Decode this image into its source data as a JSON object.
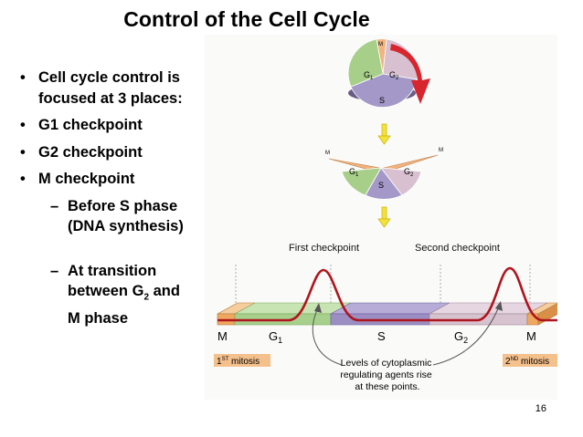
{
  "slide": {
    "title": "Control of the Cell Cycle",
    "page_number": "16"
  },
  "bullets": [
    {
      "text": "Cell cycle control is focused at 3 places:"
    },
    {
      "text": "G1 checkpoint"
    },
    {
      "text": "G2 checkpoint"
    },
    {
      "text": "M checkpoint"
    }
  ],
  "sub_bullets": [
    {
      "text": "Before S phase (DNA synthesis)"
    },
    {
      "text_before": "At transition between G",
      "subscript": "2",
      "text_after": " and M phase"
    }
  ],
  "figure": {
    "pie_top": {
      "m": "M",
      "g1": "G",
      "g1_sub": "1",
      "g2": "G",
      "g2_sub": "2",
      "s": "S"
    },
    "pie_mid": {
      "m_left": "M",
      "m_right": "M",
      "g1": "G",
      "g1_sub": "1",
      "g2": "G",
      "g2_sub": "2",
      "s": "S"
    },
    "checkpoint_labels": {
      "first": "First checkpoint",
      "second": "Second checkpoint"
    },
    "bar_labels": {
      "m_left": "M",
      "g1": "G",
      "g1_sub": "1",
      "s": "S",
      "g2": "G",
      "g2_sub": "2",
      "m_right": "M"
    },
    "mitosis_labels": {
      "first_num": "1",
      "first_sup": "ST",
      "first_text": " mitosis",
      "second_num": "2",
      "second_sup": "ND",
      "second_text": " mitosis"
    },
    "annotation_lines": [
      "Levels of cytoplasmic",
      "regulating agents rise",
      "at these points."
    ],
    "colors": {
      "g1": "#a8d08d",
      "s": "#9b8ec2",
      "g2": "#d7c2d0",
      "m": "#f2b882",
      "curve": "#b0141c",
      "arrow_yellow": "#f4e23c",
      "arrow_red": "#d7262e"
    }
  }
}
